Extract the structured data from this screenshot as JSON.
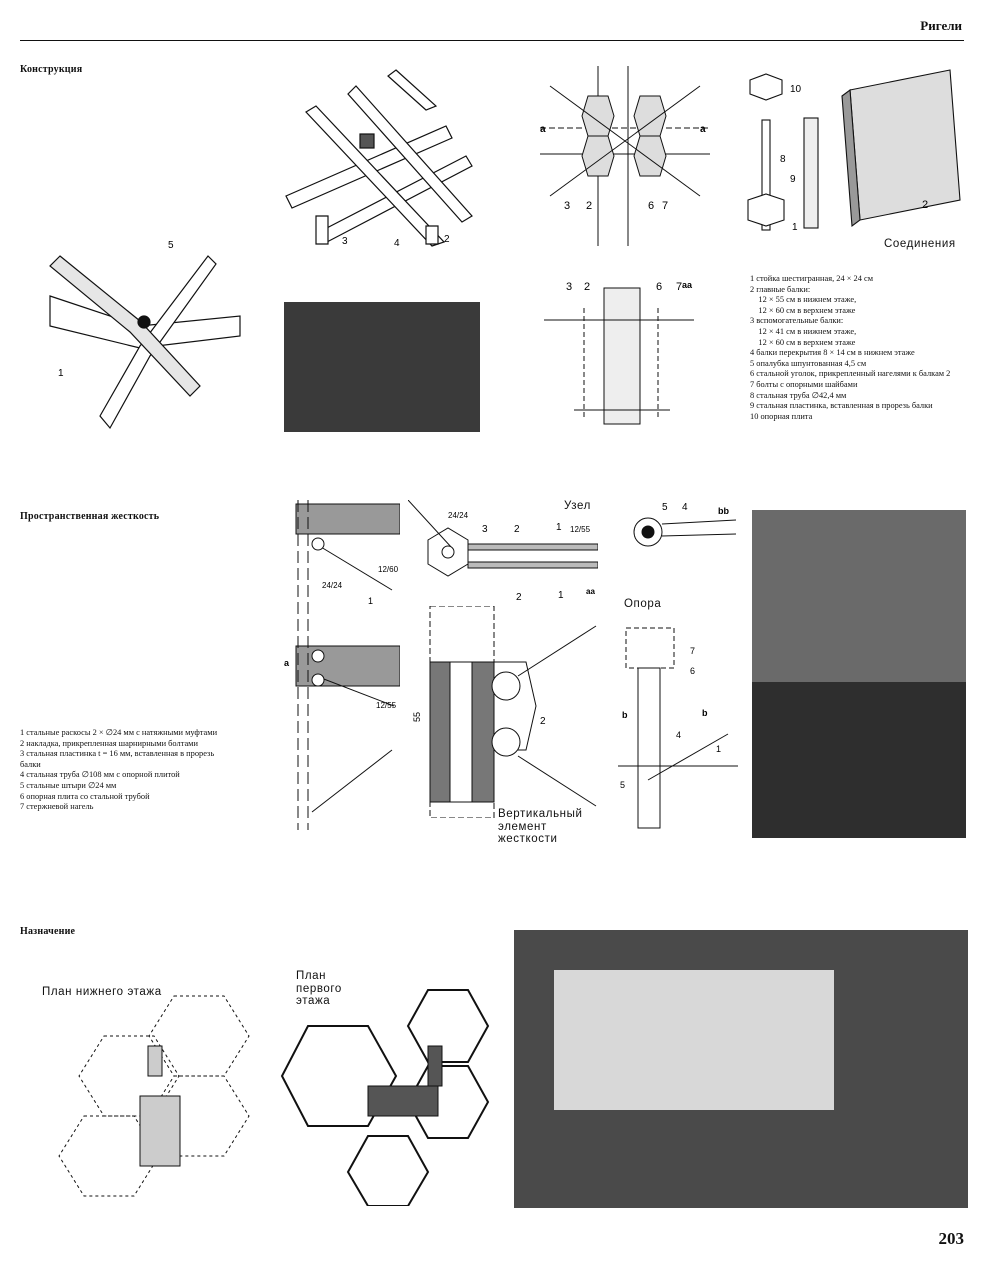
{
  "header": {
    "title": "Ригели"
  },
  "sections": {
    "construction": "Конструкция",
    "rigidity": "Пространственная жесткость",
    "purpose": "Назначение"
  },
  "figure_captions": {
    "connections": "Соединения",
    "node": "Узел",
    "support": "Опора",
    "vertical_element": [
      "Вертикальный",
      "элемент",
      "жесткости"
    ],
    "lower_plan": "План нижнего этажа",
    "first_plan": [
      "План",
      "первого",
      "этажа"
    ]
  },
  "construction_legend": [
    "1 стойка шестигранная, 24 × 24 см",
    "2 главные балки:",
    "    12 × 55 см в нижнем этаже,",
    "    12 × 60 см в верхнем этаже",
    "3 вспомогательные балки:",
    "    12 × 41 см в нижнем этаже,",
    "    12 × 60 см в верхнем этаже",
    "4 балки перекрытия 8 × 14 см в нижнем этаже",
    "5 опалубка шпунтованная 4,5 см",
    "6 стальной уголок, прикрепленный нагелями к балкам 2",
    "7 болты с опорными шайбами",
    "8 стальная труба ∅42,4 мм",
    "9 стальная пластинка, вставленная в прорезь балки",
    "10 опорная плита"
  ],
  "rigidity_legend": [
    "1 стальные раскосы 2 × ∅24 мм с натяжными муфтами",
    "2 накладка, прикрепленная шарнирными болтами",
    "3 стальная пластинка t = 16 мм, вставленная в прорезь балки",
    "4 стальная труба ∅108 мм с опорной плитой",
    "5 стальные штыри ∅24 мм",
    "6 опорная плита со стальной трубой",
    "7 стержневой нагель"
  ],
  "drawing_labels": {
    "n1": "1",
    "n2": "2",
    "n3": "3",
    "n4": "4",
    "n5": "5",
    "n6": "6",
    "n7": "7",
    "n8": "8",
    "n9": "9",
    "n10": "10",
    "a": "a",
    "aa": "aa",
    "b": "b",
    "bb": "bb",
    "d2424": "24/24",
    "d1260": "12/60",
    "d1255": "12/55",
    "d55": "55"
  },
  "page_number": "203"
}
